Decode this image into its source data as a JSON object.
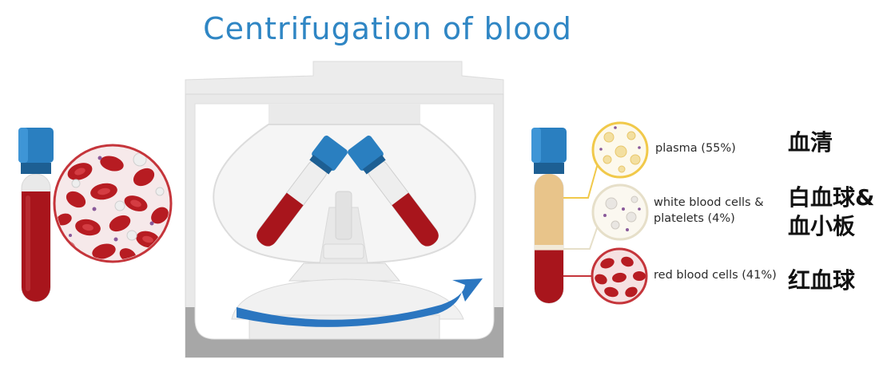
{
  "title": "Centrifugation of blood",
  "layers": [
    {
      "label": "plasma (55%)",
      "label_cn": "血清",
      "fraction": 0.55,
      "color": "#e8c48a"
    },
    {
      "label_lines": [
        "white blood cells &",
        "platelets (4%)"
      ],
      "label_cn_lines": [
        "白血球&",
        "血小板"
      ],
      "fraction": 0.04,
      "color": "#f2ead8"
    },
    {
      "label": "red blood cells (41%)",
      "label_cn": "红血球",
      "fraction": 0.41,
      "color": "#a8151c"
    }
  ],
  "colors": {
    "cap": "#2a7fc0",
    "blood": "#a8151c",
    "plasma": "#e8c48a",
    "plasma_ring": "#f1c94a",
    "wbc_ring": "#e6dfc9",
    "rbc_ring": "#c5353b",
    "arrow": "#2b76c0",
    "centrifuge_gray": "#e6e6e6"
  }
}
